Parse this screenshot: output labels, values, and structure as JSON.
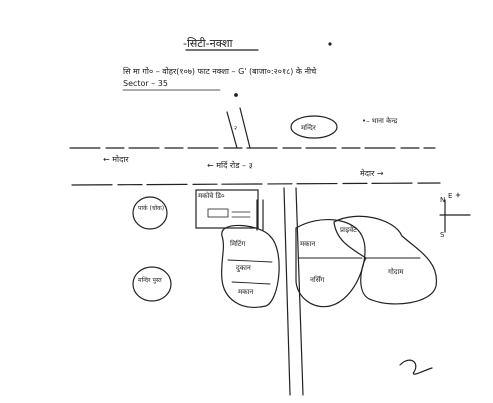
{
  "sketch": {
    "title": "-सिटी-नक्शा",
    "subtitle_line1": "सि मा गो० – वोहर(१०७) फाट नक्शा – G' (बाजा०:२०१८) के नीचे",
    "subtitle_line2": "Sector – 35",
    "police_mark": "•– थाना केन्द्र",
    "temple_label": "मन्दिर",
    "road_label_west": "← मोदार",
    "road_label_main": "← मर्दि रोड – ३",
    "road_label_east": "मेदार →",
    "site_label": "मकोवे डि०",
    "building_labels": {
      "park_small": "पार्क (चोक)",
      "park_lower": "मन्दिर पुस्त",
      "cluster_1": "मिटिंग",
      "cluster_2": "प्राइवेट",
      "cluster_3": "मकान",
      "cluster_4": "दुकान",
      "cluster_5": "नर्सिंग",
      "cluster_6": "मकान",
      "cluster_7": "गोदाम"
    },
    "north_label": "N",
    "south_label": "S",
    "east_label": "E",
    "signature_mark": "२"
  },
  "colors": {
    "ink": "#222222",
    "paper": "#ffffff"
  }
}
